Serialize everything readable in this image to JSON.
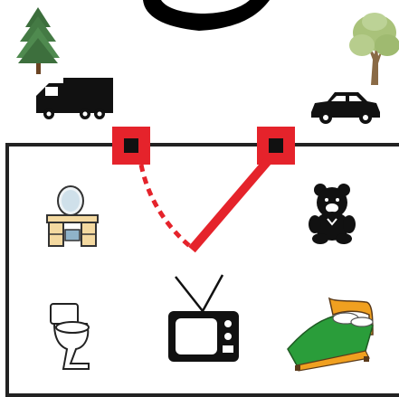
{
  "scene": {
    "outside": {
      "top_shape": "large-black-ring-partial",
      "icons": [
        "pine-tree-icon",
        "leafy-tree-icon",
        "truck-icon",
        "car-icon"
      ]
    },
    "room": {
      "doors": [
        {
          "name": "door-left",
          "state": "closed",
          "line_style": "dashed"
        },
        {
          "name": "door-right",
          "state": "open",
          "line_style": "solid"
        }
      ],
      "items": [
        "vanity-dresser-icon",
        "teddy-bear-icon",
        "toilet-icon",
        "television-icon",
        "bed-icon"
      ]
    },
    "colors": {
      "wall": "#222222",
      "door": "#e5232b",
      "door_hinge": "#111111",
      "bed_cover": "#2a9d3a",
      "bed_frame": "#f0a020"
    }
  }
}
